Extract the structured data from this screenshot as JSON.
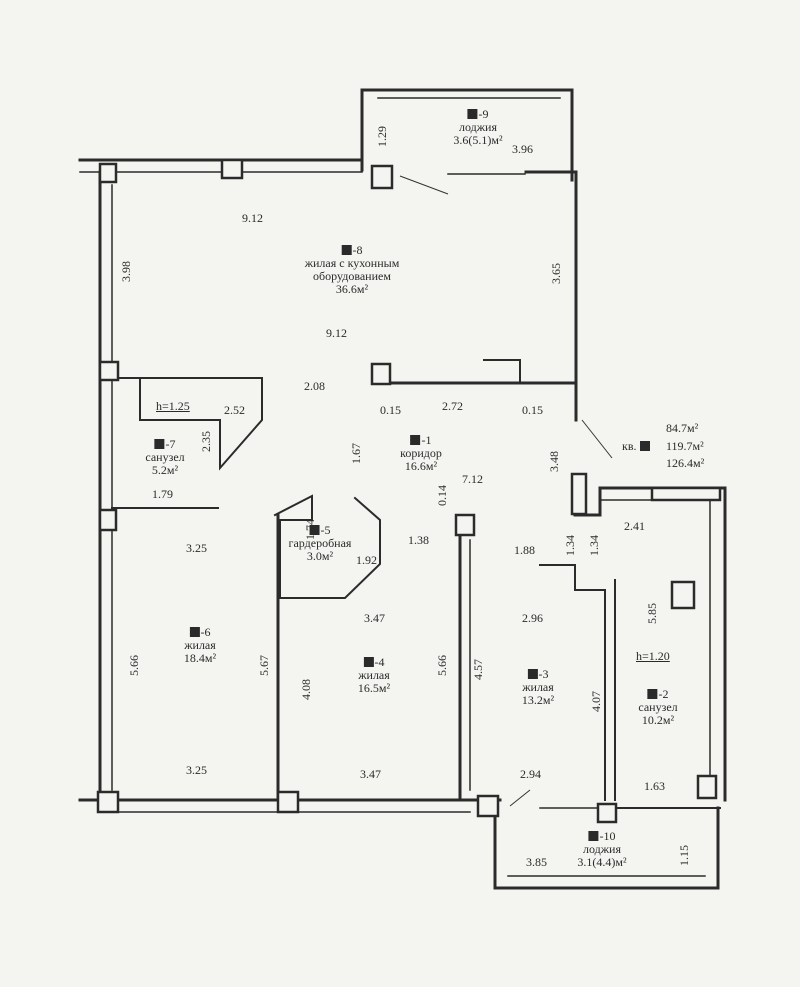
{
  "rooms": {
    "r9": {
      "num": "-9",
      "name": "лоджия",
      "area": "3.6(5.1)м²"
    },
    "r8": {
      "num": "-8",
      "name1": "жилая с кухонным",
      "name2": "оборудованием",
      "area": "36.6м²"
    },
    "r7": {
      "num": "-7",
      "name": "санузел",
      "area": "5.2м²"
    },
    "r1": {
      "num": "-1",
      "name": "коридор",
      "area": "16.6м²"
    },
    "r5": {
      "num": "-5",
      "name": "гардеробная",
      "area": "3.0м²"
    },
    "r6": {
      "num": "-6",
      "name": "жилая",
      "area": "18.4м²"
    },
    "r4": {
      "num": "-4",
      "name": "жилая",
      "area": "16.5м²"
    },
    "r3": {
      "num": "-3",
      "name": "жилая",
      "area": "13.2м²"
    },
    "r2": {
      "num": "-2",
      "name": "санузел",
      "area": "10.2м²"
    },
    "r10": {
      "num": "-10",
      "name": "лоджия",
      "area": "3.1(4.4)м²"
    }
  },
  "apartment": {
    "label": "кв.",
    "area1": "84.7м²",
    "area2": "119.7м²",
    "area3": "126.4м²"
  },
  "heights": {
    "h1": "h=1.25",
    "h2": "h=1.20"
  },
  "dims": {
    "d_129": "1.29",
    "d_396": "3.96",
    "d_912a": "9.12",
    "d_398": "3.98",
    "d_365": "3.65",
    "d_912b": "9.12",
    "d_208": "2.08",
    "d_252": "2.52",
    "d_235": "2.35",
    "d_015a": "0.15",
    "d_272": "2.72",
    "d_015b": "0.15",
    "d_167": "1.67",
    "d_348": "3.48",
    "d_712": "7.12",
    "d_014": "0.14",
    "d_179": "1.79",
    "d_174": "1.74",
    "d_138": "1.38",
    "d_192": "1.92",
    "d_188": "1.88",
    "d_134a": "1.34",
    "d_134b": "1.34",
    "d_241": "2.41",
    "d_325a": "3.25",
    "d_296": "2.96",
    "d_585": "5.85",
    "d_347a": "3.47",
    "d_566a": "5.66",
    "d_567": "5.67",
    "d_408": "4.08",
    "d_566b": "5.66",
    "d_457": "4.57",
    "d_407": "4.07",
    "d_325b": "3.25",
    "d_347b": "3.47",
    "d_294": "2.94",
    "d_163": "1.63",
    "d_115": "1.15",
    "d_385": "3.85"
  }
}
